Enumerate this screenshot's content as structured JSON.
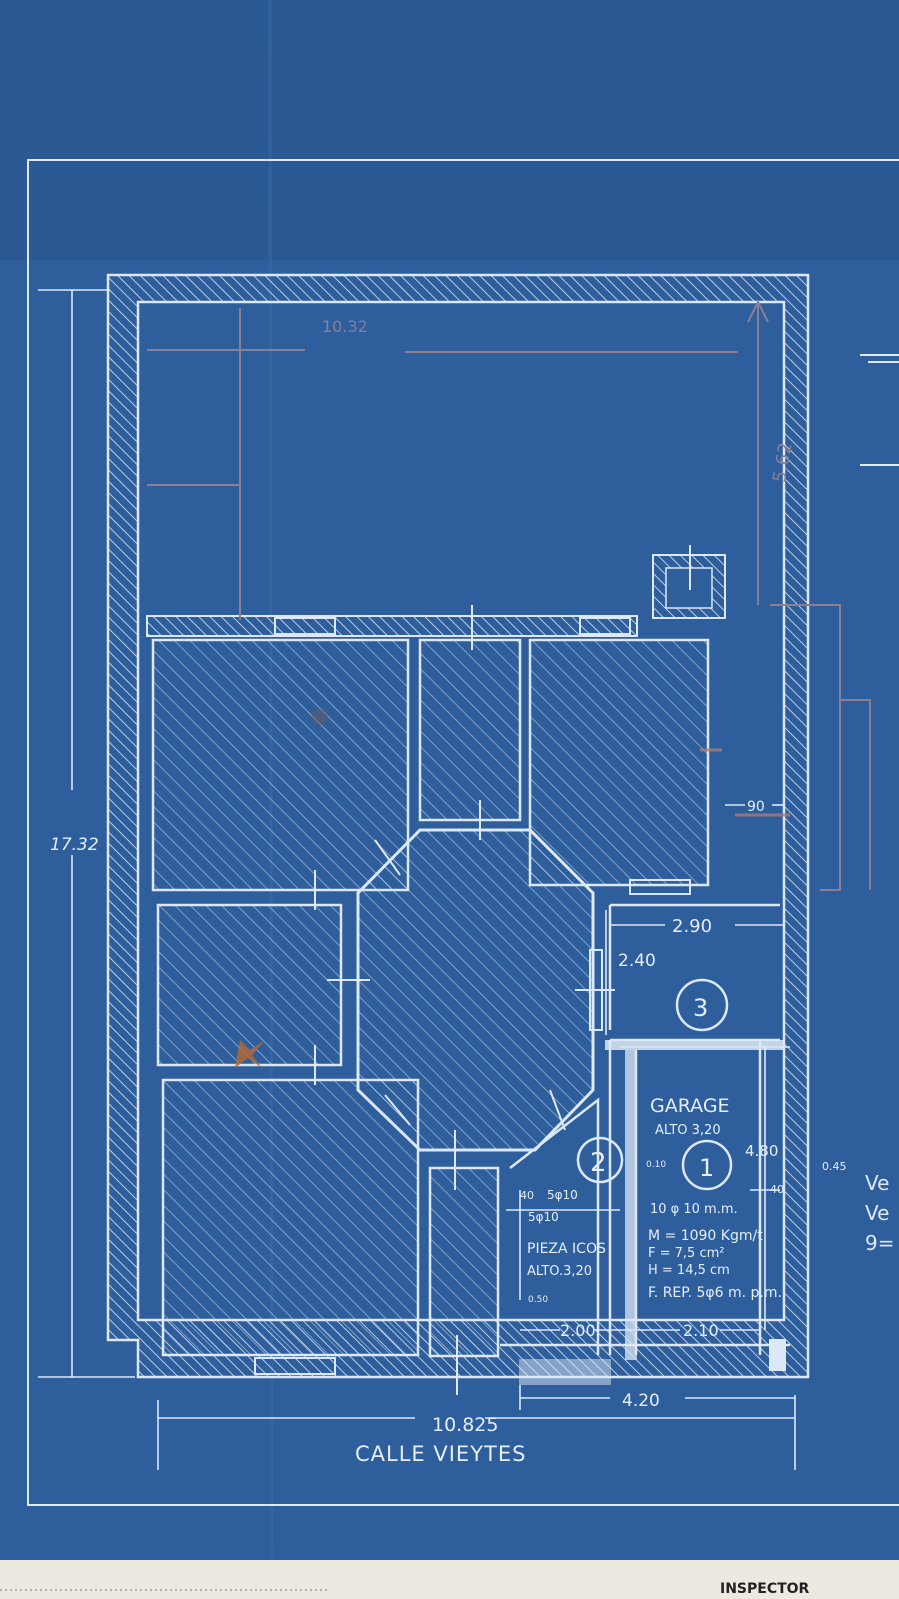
{
  "colors": {
    "paper": "#2e5e9c",
    "paper_dark": "#244f88",
    "line": "#dce8f6",
    "pencil": "#8a7f95",
    "crayon": "#b27a6a",
    "margin_strip": "#ede9e0"
  },
  "icons": [
    "stain-mark",
    "stain-mark"
  ],
  "dimensions": {
    "total_depth": "17.32",
    "total_width": "10.825",
    "garage_width": "4.20",
    "side_gap": "90",
    "room3_width": "2.90",
    "room3_depth": "2.40",
    "garage_depth": "4.80",
    "room2_width": "2.00",
    "garage_inner_width": "2.10",
    "small_010": "0.10",
    "small_045": "0.45",
    "small_40a": "40",
    "small_40b": "40",
    "small_050": "0.50",
    "yard_width_pencil": "10.32",
    "yard_depth_pencil": "5.62"
  },
  "rooms": {
    "room3_number": "3",
    "room2_number": "2",
    "room1_number": "1",
    "garage_title": "GARAGE",
    "garage_height": "ALTO 3,20",
    "room2_title": "PIEZA ICOS",
    "room2_height": "ALTO.3,20"
  },
  "structural_notes": {
    "rebar": "10 φ 10 m.m.",
    "beam_note_a": "5φ10",
    "beam_note_b": "5φ10",
    "moment": "M = 1090 Kgm/t",
    "f_value": "F = 7,5 cm²",
    "h_value": "H = 14,5 cm",
    "f_rep": "F. REP. 5φ6 m. p.m."
  },
  "street": {
    "name": "CALLE VIEYTES"
  },
  "margin_strip": {
    "label": "INSPECTOR"
  },
  "right_edge_fragments": {
    "line_1": "Ve",
    "line_2": "Ve",
    "line_3": "9="
  }
}
